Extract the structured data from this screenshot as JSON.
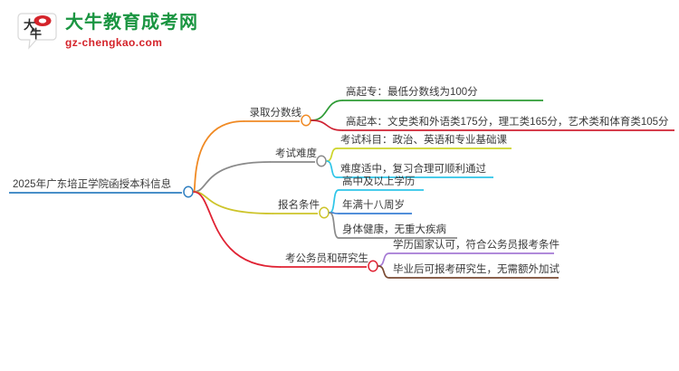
{
  "header": {
    "logo_icon": "speech-bubble-logo-icon",
    "brand_title": "大牛教育成考网",
    "brand_domain": "gz-chengkao.com",
    "brand_title_color": "#1a9541",
    "brand_domain_color": "#d4232a"
  },
  "mindmap": {
    "root": {
      "label": "2025年广东培正学院函授本科信息",
      "color": "#2f7fc1"
    },
    "branches": [
      {
        "label": "录取分数线",
        "color": "#f08a24",
        "children": [
          {
            "label": "高起专：最低分数线为100分",
            "color": "#2e9b35"
          },
          {
            "label": "高起本：文史类和外语类175分，理工类165分，艺术类和体育类105分",
            "color": "#cf2233"
          }
        ]
      },
      {
        "label": "考试难度",
        "color": "#8a8a8a",
        "children": [
          {
            "label": "考试科目：政治、英语和专业基础课",
            "color": "#cdd52a"
          },
          {
            "label": "难度适中，复习合理可顺利通过",
            "color": "#2ec5e8"
          }
        ]
      },
      {
        "label": "报名条件",
        "color": "#cdc42a",
        "children": [
          {
            "label": "高中及以上学历",
            "color": "#2ec5e8"
          },
          {
            "label": "年满十八周岁",
            "color": "#3a7fd5"
          },
          {
            "label": "身体健康，无重大疾病",
            "color": "#8a8a8a"
          }
        ]
      },
      {
        "label": "考公务员和研究生",
        "color": "#e02233",
        "children": [
          {
            "label": "学历国家认可，符合公务员报考条件",
            "color": "#a57ad4"
          },
          {
            "label": "毕业后可报考研究生，无需额外加试",
            "color": "#7a4a32"
          }
        ]
      }
    ]
  }
}
